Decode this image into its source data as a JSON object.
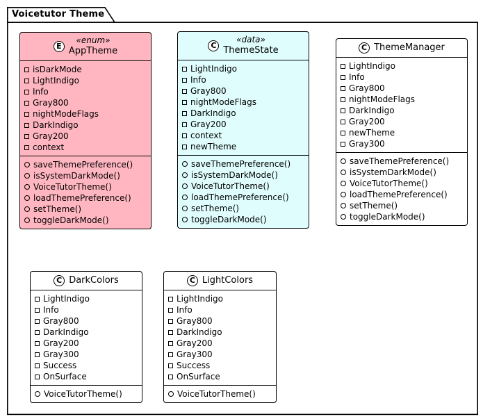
{
  "package": {
    "title": "Voicetutor Theme"
  },
  "colors": {
    "border": "#000000",
    "enum_fill": "#FFB6C1",
    "data_fill": "#DFFDFD",
    "class_fill": "#FFFFFF"
  },
  "icons": {
    "field": "small-square-outline",
    "method": "small-circle-outline",
    "enum_spot": "circled-letter-E",
    "class_spot": "circled-letter-C"
  },
  "classes": [
    {
      "id": "AppTheme",
      "spot": "E",
      "stereotype": "«enum»",
      "name": "AppTheme",
      "fill": "#FFB6C1",
      "attributes": [
        "isDarkMode",
        "LightIndigo",
        "Info",
        "Gray800",
        "nightModeFlags",
        "DarkIndigo",
        "Gray200",
        "context"
      ],
      "methods": [
        "saveThemePreference()",
        "isSystemDarkMode()",
        "VoiceTutorTheme()",
        "loadThemePreference()",
        "setTheme()",
        "toggleDarkMode()"
      ]
    },
    {
      "id": "ThemeState",
      "spot": "C",
      "stereotype": "«data»",
      "name": "ThemeState",
      "fill": "#DFFDFD",
      "attributes": [
        "LightIndigo",
        "Info",
        "Gray800",
        "nightModeFlags",
        "DarkIndigo",
        "Gray200",
        "context",
        "newTheme"
      ],
      "methods": [
        "saveThemePreference()",
        "isSystemDarkMode()",
        "VoiceTutorTheme()",
        "loadThemePreference()",
        "setTheme()",
        "toggleDarkMode()"
      ]
    },
    {
      "id": "ThemeManager",
      "spot": "C",
      "stereotype": "",
      "name": "ThemeManager",
      "fill": "#FFFFFF",
      "attributes": [
        "LightIndigo",
        "Info",
        "Gray800",
        "nightModeFlags",
        "DarkIndigo",
        "Gray200",
        "newTheme",
        "Gray300"
      ],
      "methods": [
        "saveThemePreference()",
        "isSystemDarkMode()",
        "VoiceTutorTheme()",
        "loadThemePreference()",
        "setTheme()",
        "toggleDarkMode()"
      ]
    },
    {
      "id": "DarkColors",
      "spot": "C",
      "stereotype": "",
      "name": "DarkColors",
      "fill": "#FFFFFF",
      "attributes": [
        "LightIndigo",
        "Info",
        "Gray800",
        "DarkIndigo",
        "Gray200",
        "Gray300",
        "Success",
        "OnSurface"
      ],
      "methods": [
        "VoiceTutorTheme()"
      ]
    },
    {
      "id": "LightColors",
      "spot": "C",
      "stereotype": "",
      "name": "LightColors",
      "fill": "#FFFFFF",
      "attributes": [
        "LightIndigo",
        "Info",
        "Gray800",
        "DarkIndigo",
        "Gray200",
        "Gray300",
        "Success",
        "OnSurface"
      ],
      "methods": [
        "VoiceTutorTheme()"
      ]
    }
  ]
}
